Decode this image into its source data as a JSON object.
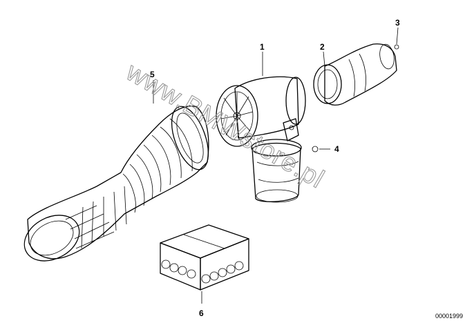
{
  "diagram": {
    "callouts": [
      {
        "id": "1",
        "label": "1"
      },
      {
        "id": "2",
        "label": "2"
      },
      {
        "id": "3",
        "label": "3"
      },
      {
        "id": "4",
        "label": "4"
      },
      {
        "id": "5",
        "label": "5"
      },
      {
        "id": "6",
        "label": "6"
      }
    ],
    "reference_number": "00001999",
    "watermark": "www.BMWstore.pl"
  }
}
